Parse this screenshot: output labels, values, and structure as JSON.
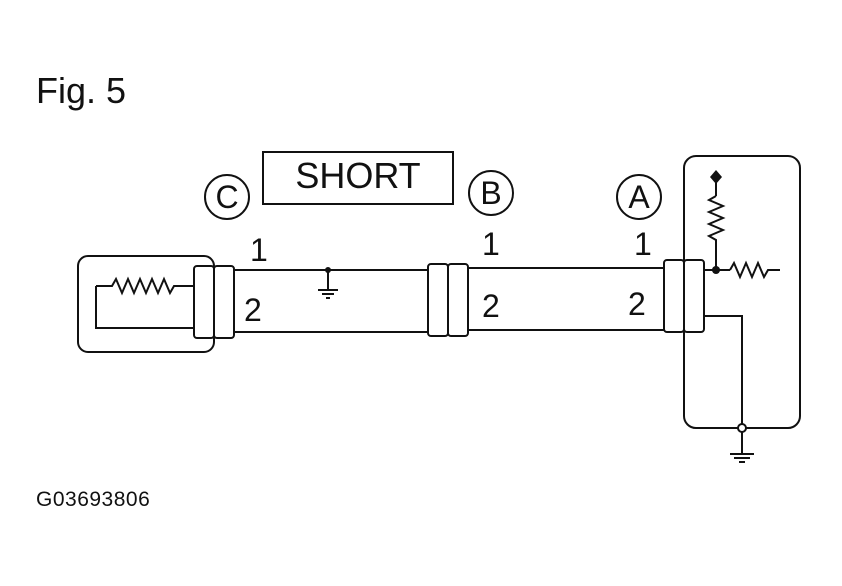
{
  "figure": {
    "title": "Fig. 5",
    "code": "G03693806"
  },
  "fault": {
    "label": "SHORT"
  },
  "connectors": [
    {
      "id": "C",
      "pin1": "1",
      "pin2": "2"
    },
    {
      "id": "B",
      "pin1": "1",
      "pin2": "2"
    },
    {
      "id": "A",
      "pin1": "1",
      "pin2": "2"
    }
  ]
}
